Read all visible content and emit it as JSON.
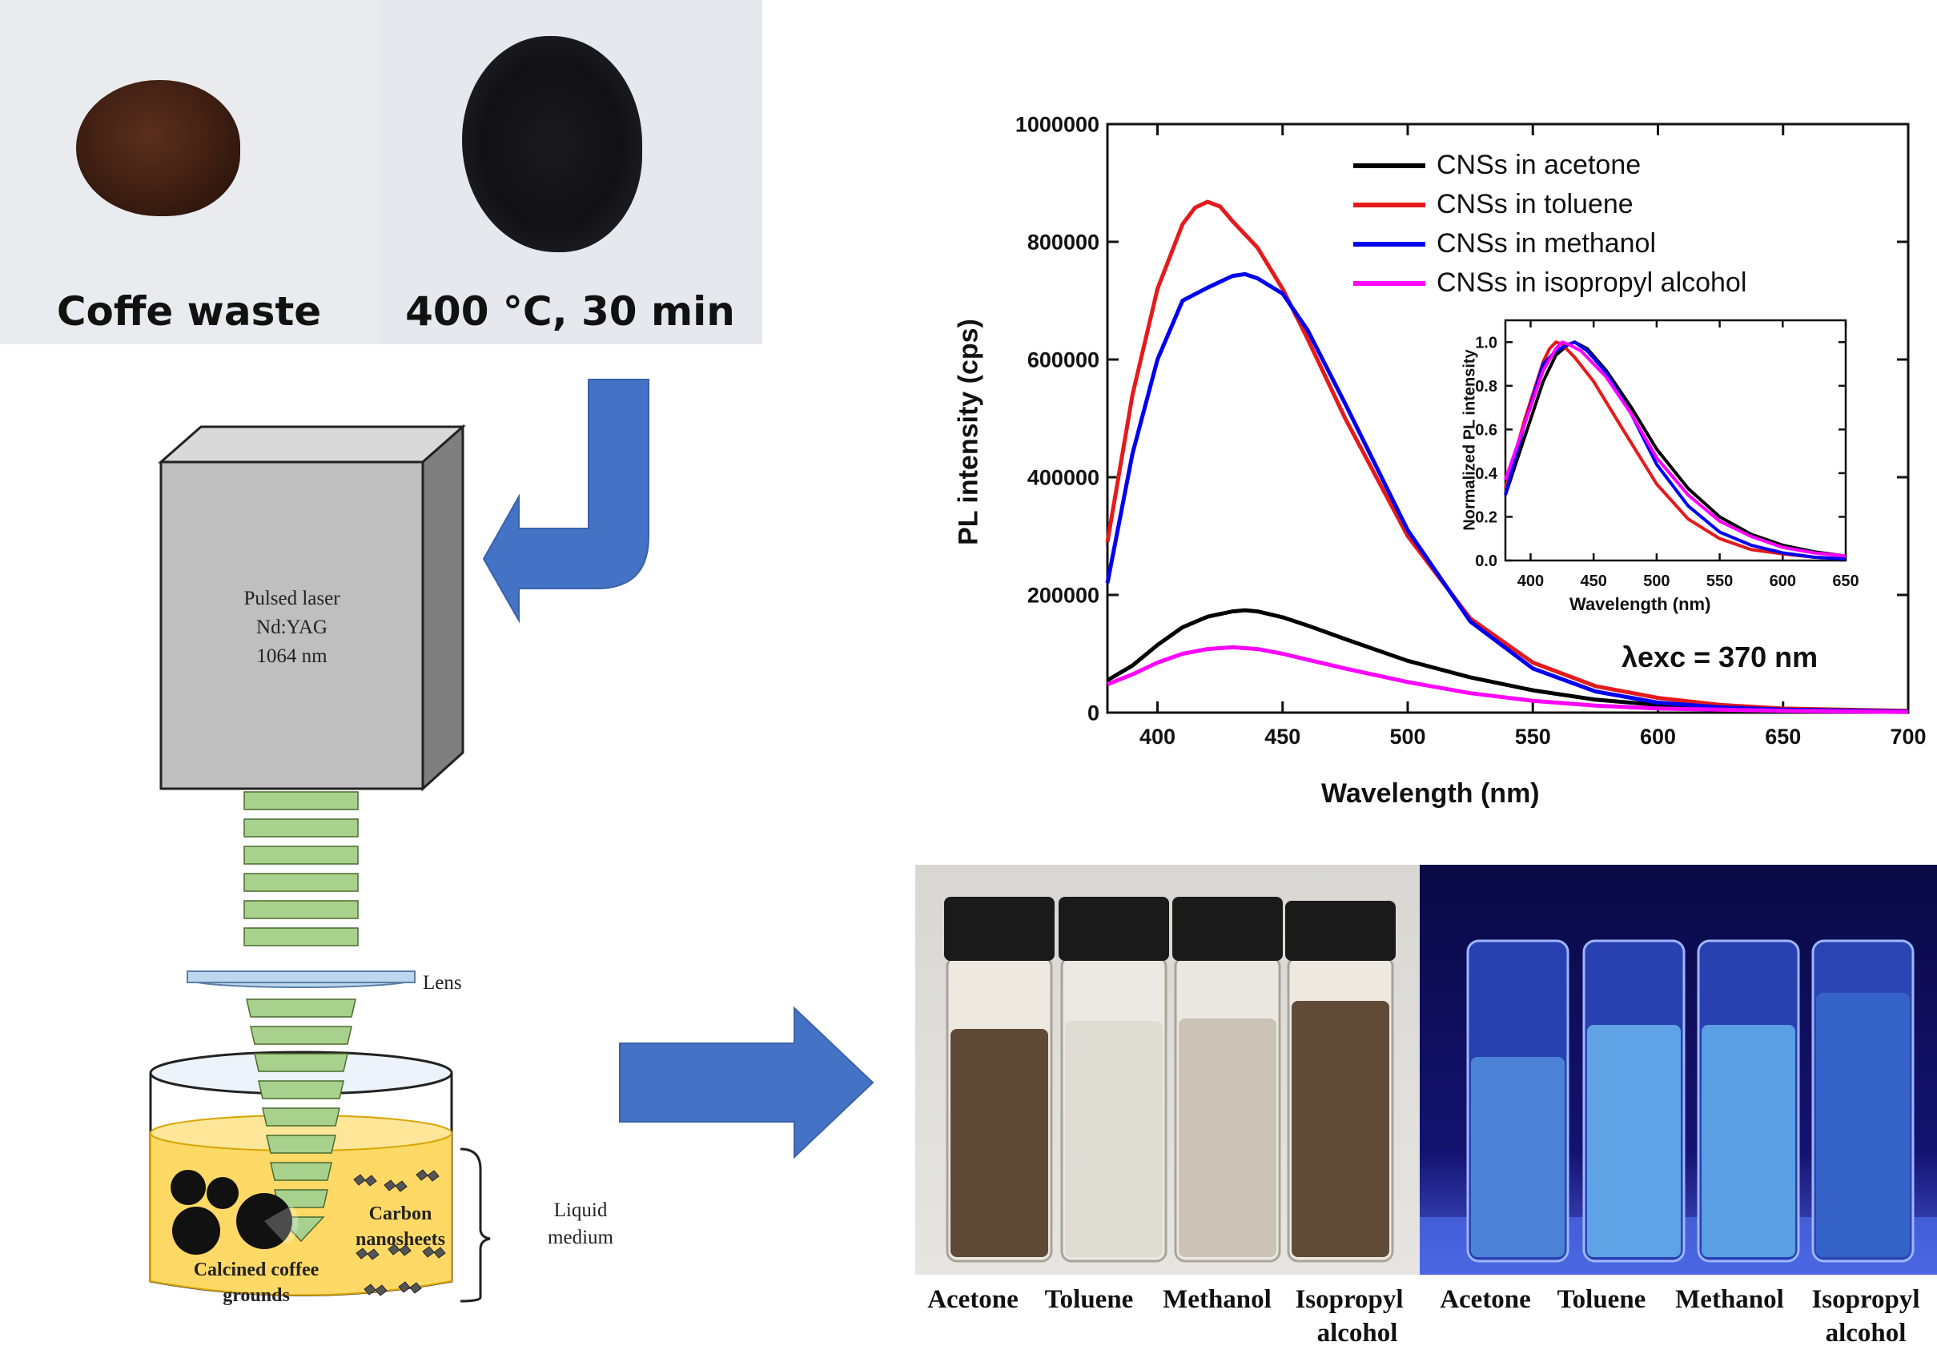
{
  "photos": {
    "coffee_label": "Coffe waste",
    "calcined_label": "400 °C, 30 min"
  },
  "setup": {
    "laser_line1": "Pulsed laser",
    "laser_line2": "Nd:YAG",
    "laser_line3": "1064 nm",
    "lens_label": "Lens",
    "liquid_label_1": "Liquid",
    "liquid_label_2": "medium",
    "carbon_label_1": "Carbon",
    "carbon_label_2": "nanosheets",
    "grounds_label_1": "Calcined coffee",
    "grounds_label_2": "grounds"
  },
  "vials": {
    "daylight": [
      "Acetone",
      "Toluene",
      "Methanol",
      "Isopropyl"
    ],
    "uv": [
      "Acetone",
      "Toluene",
      "Methanol",
      "Isopropyl"
    ],
    "second_line": "alcohol"
  },
  "colors": {
    "arrow_blue": "#4472c4",
    "laser_box": "#c0c0c0",
    "beam_green": "#a9d18e",
    "liquid_yellow": "#ffd966"
  },
  "chart_data": [
    {
      "type": "line",
      "xlabel": "Wavelength (nm)",
      "ylabel": "PL intensity (cps)",
      "xlim": [
        380,
        700
      ],
      "ylim": [
        0,
        1000000
      ],
      "xticks": [
        400,
        450,
        500,
        550,
        600,
        650,
        700
      ],
      "yticks": [
        0,
        200000,
        400000,
        600000,
        800000,
        1000000
      ],
      "annotation": "λexc = 370 nm",
      "legend_position": "top-right",
      "series": [
        {
          "name": "CNSs in acetone",
          "color": "#000000",
          "x": [
            380,
            390,
            400,
            410,
            420,
            430,
            435,
            440,
            450,
            460,
            475,
            500,
            525,
            550,
            575,
            600,
            650,
            700
          ],
          "y": [
            55000,
            80000,
            115000,
            145000,
            163000,
            172000,
            174000,
            172000,
            162000,
            148000,
            125000,
            88000,
            60000,
            38000,
            22000,
            13000,
            5000,
            2000
          ]
        },
        {
          "name": "CNSs in toluene",
          "color": "#e41a1c",
          "x": [
            380,
            390,
            400,
            410,
            415,
            420,
            425,
            430,
            440,
            450,
            460,
            475,
            500,
            525,
            550,
            575,
            600,
            625,
            650,
            700
          ],
          "y": [
            290000,
            540000,
            720000,
            830000,
            858000,
            868000,
            860000,
            835000,
            790000,
            720000,
            635000,
            500000,
            300000,
            160000,
            85000,
            45000,
            25000,
            13000,
            7000,
            3000
          ]
        },
        {
          "name": "CNSs in methanol",
          "color": "#0000ee",
          "x": [
            380,
            390,
            400,
            410,
            420,
            430,
            435,
            440,
            450,
            460,
            475,
            500,
            525,
            550,
            575,
            600,
            625,
            650,
            700
          ],
          "y": [
            220000,
            440000,
            600000,
            700000,
            722000,
            742000,
            745000,
            738000,
            712000,
            650000,
            525000,
            310000,
            155000,
            75000,
            36000,
            17000,
            9000,
            5000,
            2000
          ]
        },
        {
          "name": "CNSs in isopropyl alcohol",
          "color": "#ff00ff",
          "x": [
            380,
            390,
            400,
            410,
            420,
            430,
            440,
            450,
            460,
            475,
            500,
            525,
            550,
            575,
            600,
            650,
            700
          ],
          "y": [
            48000,
            65000,
            85000,
            100000,
            108000,
            111000,
            108000,
            100000,
            90000,
            75000,
            52000,
            33000,
            20000,
            12000,
            7000,
            3000,
            1000
          ]
        }
      ]
    },
    {
      "type": "line",
      "xlabel": "Wavelength (nm)",
      "ylabel": "Normalized PL intensity",
      "xlim": [
        380,
        650
      ],
      "ylim": [
        0,
        1.1
      ],
      "xticks": [
        400,
        450,
        500,
        550,
        600,
        650
      ],
      "yticks": [
        0.0,
        0.2,
        0.4,
        0.6,
        0.8,
        1.0
      ],
      "series": [
        {
          "color": "#000000",
          "x": [
            380,
            395,
            410,
            420,
            430,
            435,
            445,
            460,
            480,
            500,
            525,
            550,
            575,
            600,
            625,
            650
          ],
          "y": [
            0.3,
            0.56,
            0.82,
            0.94,
            0.99,
            1.0,
            0.97,
            0.87,
            0.7,
            0.51,
            0.33,
            0.2,
            0.12,
            0.07,
            0.04,
            0.02
          ]
        },
        {
          "color": "#e41a1c",
          "x": [
            380,
            395,
            410,
            415,
            420,
            425,
            435,
            450,
            470,
            500,
            525,
            550,
            575,
            600,
            625,
            650
          ],
          "y": [
            0.33,
            0.64,
            0.91,
            0.97,
            1.0,
            0.99,
            0.93,
            0.82,
            0.63,
            0.35,
            0.19,
            0.1,
            0.05,
            0.03,
            0.015,
            0.008
          ]
        },
        {
          "color": "#0000ee",
          "x": [
            380,
            395,
            410,
            420,
            430,
            435,
            445,
            460,
            480,
            500,
            525,
            550,
            575,
            600,
            625,
            650
          ],
          "y": [
            0.3,
            0.62,
            0.9,
            0.96,
            0.99,
            1.0,
            0.96,
            0.86,
            0.67,
            0.44,
            0.25,
            0.13,
            0.07,
            0.035,
            0.015,
            0.007
          ]
        },
        {
          "color": "#ff00ff",
          "x": [
            380,
            395,
            410,
            420,
            425,
            430,
            440,
            460,
            480,
            500,
            525,
            550,
            575,
            600,
            625,
            650
          ],
          "y": [
            0.37,
            0.62,
            0.87,
            0.97,
            1.0,
            0.99,
            0.96,
            0.84,
            0.67,
            0.47,
            0.3,
            0.18,
            0.11,
            0.06,
            0.035,
            0.02
          ]
        }
      ]
    }
  ]
}
